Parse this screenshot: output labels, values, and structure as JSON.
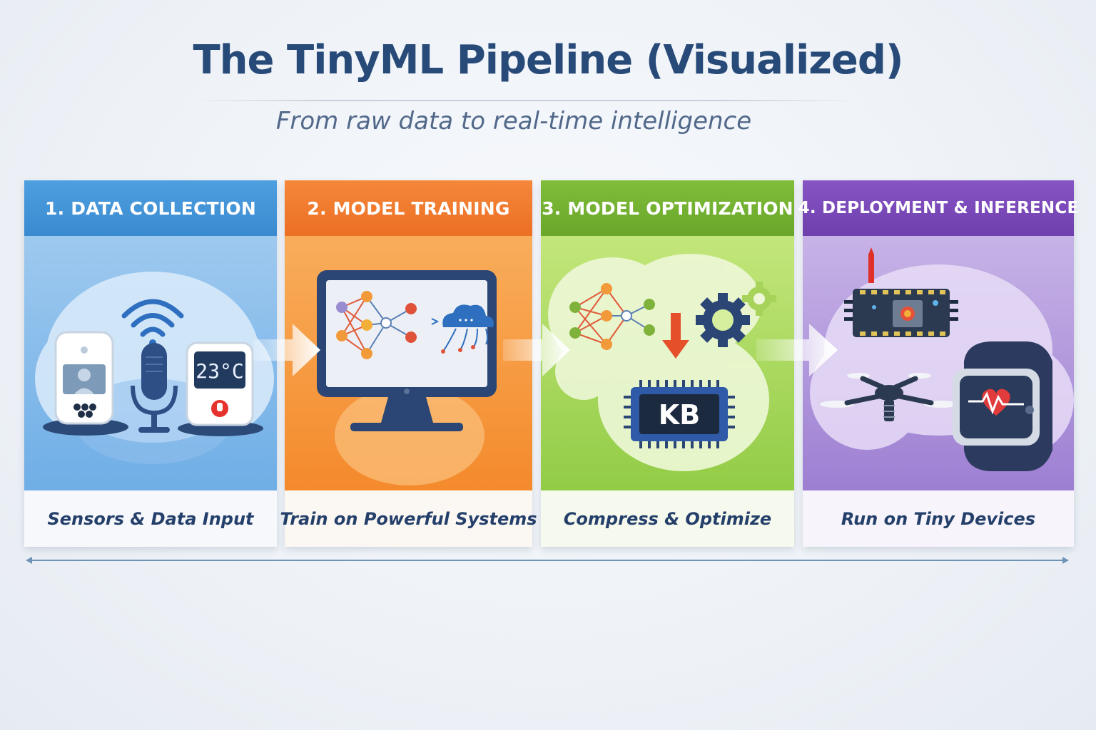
{
  "title": "The TinyML Pipeline (Visualized)",
  "subtitle": "From raw data to real-time intelligence",
  "stages": [
    {
      "heading": "1. DATA COLLECTION",
      "caption": "Sensors & Data Input",
      "icons": [
        "phone-sensor-icon",
        "wifi-icon",
        "microphone-icon",
        "thermometer-display-icon"
      ],
      "display_text": "23°C"
    },
    {
      "heading": "2. MODEL TRAINING",
      "caption": "Train on Powerful Systems",
      "icons": [
        "monitor-icon",
        "neural-network-icon",
        "cloud-icon"
      ]
    },
    {
      "heading": "3. MODEL OPTIMIZATION",
      "caption": "Compress & Optimize",
      "icons": [
        "neural-network-icon",
        "down-arrow-icon",
        "gear-icon",
        "chip-icon"
      ],
      "chip_text": "KB"
    },
    {
      "heading": "4. DEPLOYMENT & INFERENCE",
      "caption": "Run on Tiny Devices",
      "icons": [
        "microcontroller-board-icon",
        "drone-icon",
        "smartwatch-icon"
      ]
    }
  ],
  "colors": {
    "title": "#274a78",
    "data_collection": "#3a8ad0",
    "model_training": "#ec6f24",
    "model_optimization": "#69a62a",
    "deployment": "#6f3fae"
  }
}
